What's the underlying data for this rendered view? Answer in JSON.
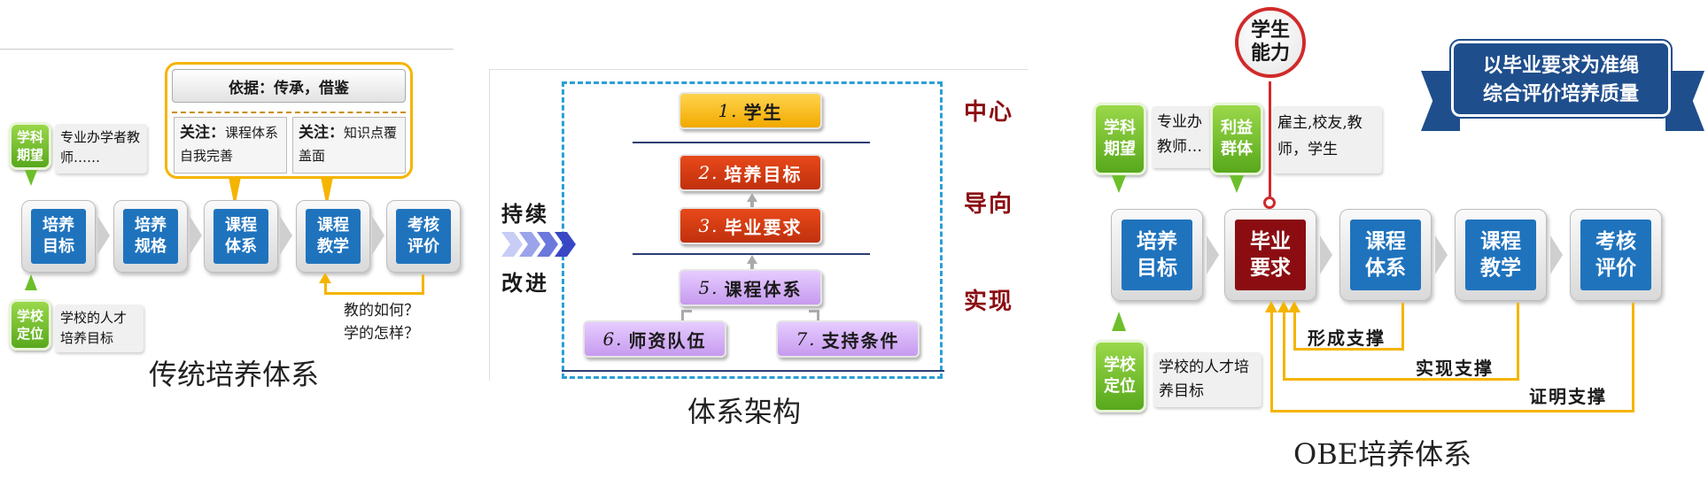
{
  "left": {
    "basis": "依据：传承，借鉴",
    "focus1": {
      "label": "关注：",
      "text": "课程体系自我完善"
    },
    "focus2": {
      "label": "关注：",
      "text": "知识点覆盖面"
    },
    "tag_top": {
      "title": "学科期望",
      "note": "专业办学者教师……"
    },
    "tag_bottom": {
      "title": "学校定位",
      "note": "学校的人才培养目标"
    },
    "boxes": [
      "培养目标",
      "培养规格",
      "课程体系",
      "课程教学",
      "考核评价"
    ],
    "question1": "教的如何？",
    "question2": "学的怎样？",
    "caption": "传统培养体系"
  },
  "middle": {
    "continuous": "持续",
    "improve": "改进",
    "bars": [
      {
        "num": "1.",
        "label": "学生"
      },
      {
        "num": "2.",
        "label": "培养目标"
      },
      {
        "num": "3.",
        "label": "毕业要求"
      },
      {
        "num": "5.",
        "label": "课程体系"
      },
      {
        "num": "6.",
        "label": "师资队伍"
      },
      {
        "num": "7.",
        "label": "支持条件"
      }
    ],
    "side": [
      "中心",
      "导向",
      "实现"
    ],
    "caption": "体系架构"
  },
  "right": {
    "ability": "学生能力",
    "banner_line1": "以毕业要求为准绳",
    "banner_line2": "综合评价培养质量",
    "tag_expect": {
      "title": "学科期望",
      "note": "专业办教师…"
    },
    "tag_stake": {
      "title": "利益群体",
      "note": "雇主,校友,教师，学生"
    },
    "tag_position": {
      "title": "学校定位",
      "note": "学校的人才培养目标"
    },
    "boxes": [
      "培养目标",
      "毕业要求",
      "课程体系",
      "课程教学",
      "考核评价"
    ],
    "support1": "形成支撑",
    "support2": "实现支撑",
    "support3": "证明支撑",
    "caption": "OBE培养体系"
  },
  "colors": {
    "blue": "#1f73bd",
    "dark_red": "#8b0d12",
    "green": "#6cbf2a",
    "orange": "#f5b400",
    "dashed_border": "#2a9fd6",
    "banner": "#1f4e8c"
  }
}
